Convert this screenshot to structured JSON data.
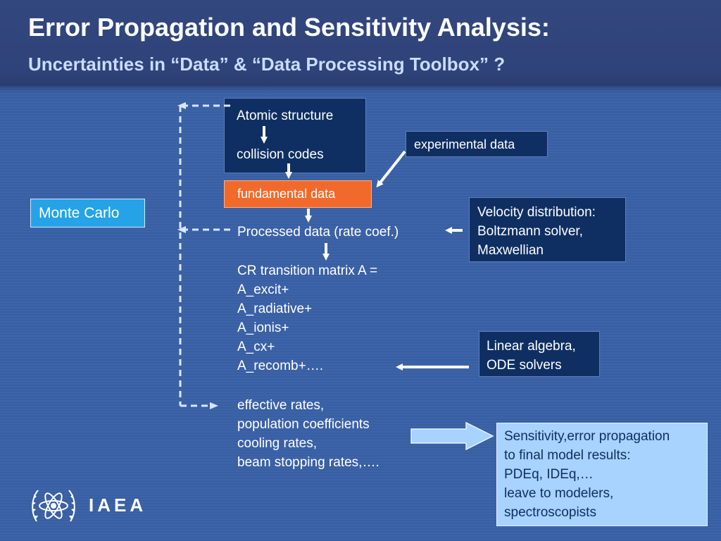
{
  "slide": {
    "title": "Error Propagation and Sensitivity Analysis:",
    "subtitle": "Uncertainties in “Data” & “Data Processing Toolbox” ?"
  },
  "nodes": {
    "atomic_structure": "Atomic structure",
    "collision_codes": "collision codes",
    "experimental_data": "experimental data",
    "fundamental_data": "fundamental data",
    "monte_carlo": "Monte Carlo",
    "processed_data": "Processed data (rate coef.)",
    "velocity_distribution": "Velocity distribution:\nBoltzmann solver,\nMaxwellian",
    "cr_matrix": "CR transition matrix A =\nA_excit+\nA_radiative+\nA_ionis+\nA_cx+\nA_recomb+….",
    "linear_algebra": "Linear algebra,\nODE solvers",
    "effective_rates": "effective rates,\npopulation coefficients\ncooling rates,\nbeam stopping rates,….",
    "sensitivity": "Sensitivity,error propagation\nto final model results:\nPDEq, IDEq,…\nleave to modelers,\nspectroscopists"
  },
  "logo": {
    "text": "IAEA",
    "icon": "iaea-emblem-icon"
  },
  "colors": {
    "background": "#3a5fa5",
    "header": "#2e4379",
    "dark_box": "#0f2f63",
    "fundamental_box": "#f26a2b",
    "monte_carlo_box": "#26a3e6",
    "sensitivity_box": "#a8d2ff",
    "subtitle": "#c9dcff"
  }
}
